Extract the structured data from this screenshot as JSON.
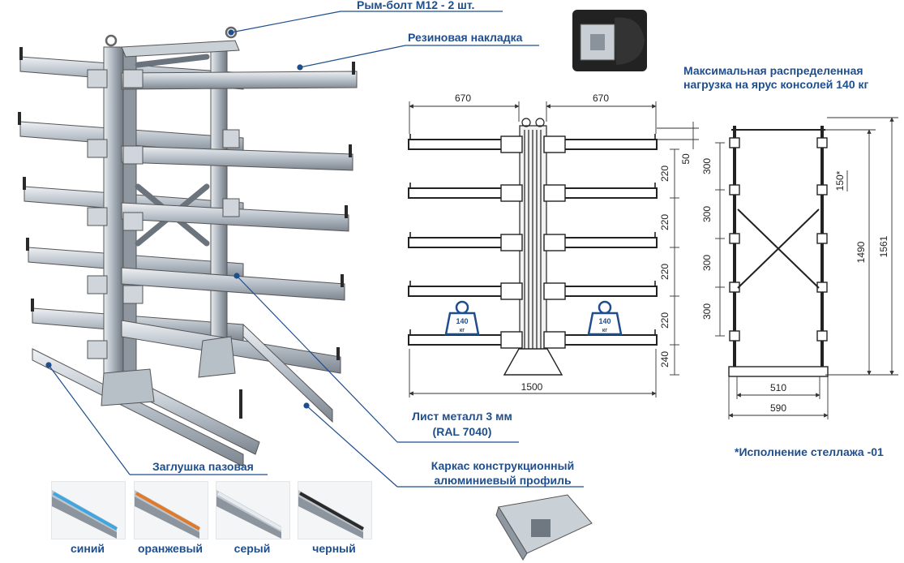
{
  "callouts": {
    "eyebolt": "Рым-болт М12 - 2 шт.",
    "rubber_pad": "Резиновая накладка",
    "max_load_line1": "Максимальная распределенная",
    "max_load_line2": "нагрузка на ярус консолей 140 кг",
    "sheet_line1": "Лист металл 3 мм",
    "sheet_line2": "(RAL 7040)",
    "frame_line1": "Каркас конструкционный",
    "frame_line2": "алюминиевый профиль",
    "slot_cap": "Заглушка пазовая"
  },
  "slot_cap_colors": [
    {
      "name": "синий",
      "color": "#3fa6e0"
    },
    {
      "name": "оранжевый",
      "color": "#e07a2a"
    },
    {
      "name": "серый",
      "color": "#b9c2cc"
    },
    {
      "name": "черный",
      "color": "#2a2a2a"
    }
  ],
  "front_view": {
    "arm_width_left": "670",
    "arm_width_right": "670",
    "total_width": "1500",
    "tier_spacings": [
      "220",
      "220",
      "220",
      "220",
      "240"
    ],
    "top_offset": "50",
    "load_badge_value": "140",
    "load_badge_unit": "кг"
  },
  "side_view": {
    "segments": [
      "300",
      "300",
      "300",
      "300"
    ],
    "variant_offset": "150*",
    "height_inner": "1490",
    "height_total": "1561",
    "base_inner": "510",
    "base_outer": "590"
  },
  "footnote": "*Исполнение стеллажа -01"
}
